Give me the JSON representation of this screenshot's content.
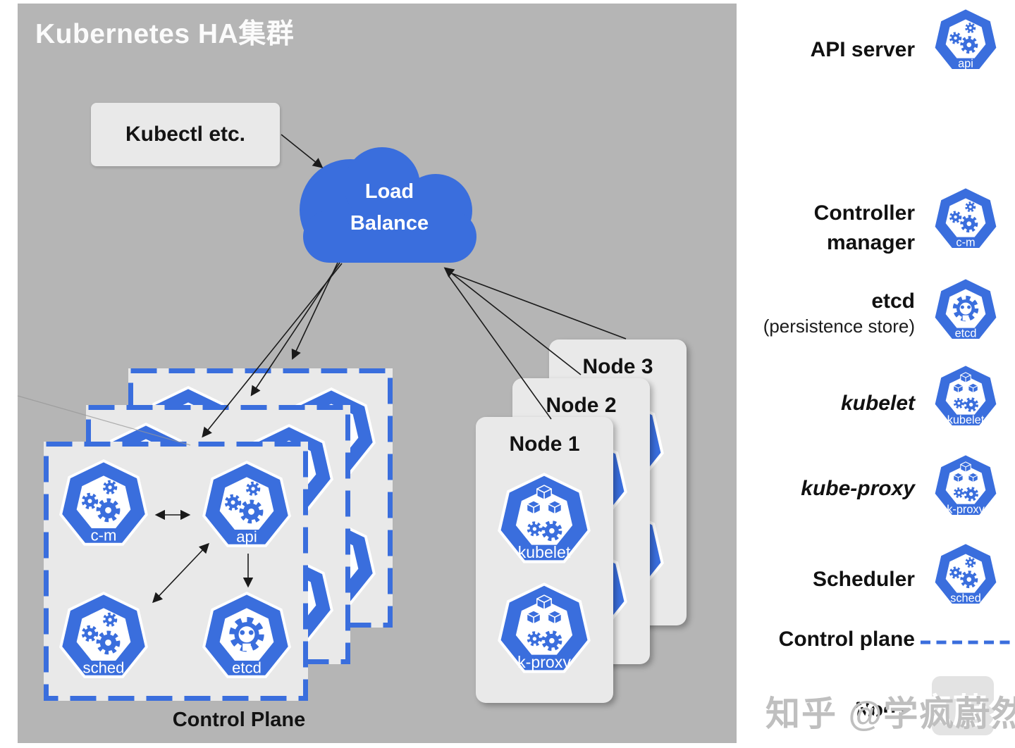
{
  "title": "Kubernetes HA集群",
  "diagram": {
    "kubectl_label": "Kubectl etc.",
    "load_balance_line1": "Load",
    "load_balance_line2": "Balance",
    "control_plane_label": "Control Plane",
    "node1_label": "Node 1",
    "node2_label": "Node 2",
    "node3_label": "Node 3"
  },
  "icon_labels": {
    "api": "api",
    "cm": "c-m",
    "sched": "sched",
    "etcd": "etcd",
    "kubelet": "kubelet",
    "kproxy": "k-proxy"
  },
  "legend": {
    "api_server": "API server",
    "controller_manager_line1": "Controller",
    "controller_manager_line2": "manager",
    "etcd": "etcd",
    "etcd_sub": "(persistence store)",
    "kubelet": "kubelet",
    "kube_proxy": "kube-proxy",
    "scheduler": "Scheduler",
    "control_plane": "Control plane",
    "node": "Node"
  },
  "watermark": "知乎 @学疯蔚然",
  "colors": {
    "k8s_blue": "#3a6edd",
    "canvas_gray": "#b5b5b5",
    "card_gray": "#e9e9e9",
    "arrow_black": "#1a1a1a"
  }
}
